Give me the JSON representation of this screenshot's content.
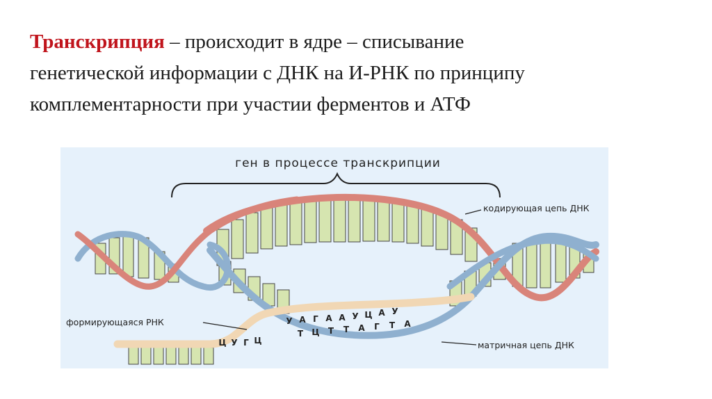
{
  "slide": {
    "term": "Транскрипция",
    "line1_rest": " – происходит в ядре – списывание",
    "line2": "генетической информации с ДНК на И-РНК по принципу",
    "line3": "комплементарности при участии ферментов и АТФ"
  },
  "diagram": {
    "title": "ген в процессе транскрипции",
    "coding_strand_label": "кодирующая цепь ДНК",
    "forming_rna_label": "формирующаяся РНК",
    "template_strand_label": "матричная цепь ДНК",
    "rna_letters": [
      "Ц",
      "У",
      "Г",
      "Ц",
      "У",
      "А",
      "Г",
      "А",
      "А",
      "У",
      "Ц",
      "А",
      "У"
    ],
    "template_letters": [
      "Т",
      "Ц",
      "Т",
      "Т",
      "А",
      "Г",
      "Т",
      "А"
    ],
    "colors": {
      "coding_strand": "#d9847a",
      "template_strand": "#8fb0cf",
      "rna_strand": "#f1d7b4",
      "base": "#d6e5b0",
      "base_stroke": "#444444",
      "background": "#e6f1fb",
      "term": "#c0141c"
    }
  }
}
